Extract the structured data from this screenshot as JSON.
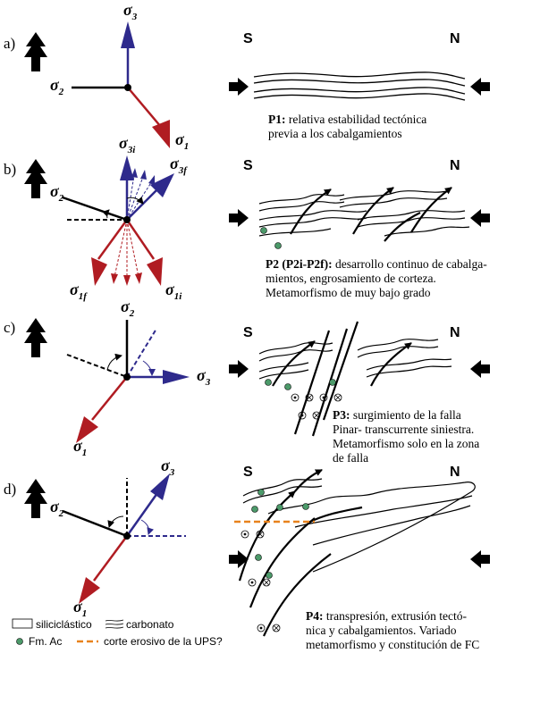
{
  "colors": {
    "red": "#b01c22",
    "blue": "#2e2a8c",
    "orange": "#e8821c",
    "green": "#4c9a6a"
  },
  "panels": [
    {
      "id": "a",
      "label": "a)",
      "stress": {
        "s3": "σ",
        "s3_sub": "3",
        "s2": "σ",
        "s2_sub": "2",
        "s1": "σ",
        "s1_sub": "1"
      },
      "section": {
        "left": "S",
        "right": "N"
      },
      "caption": {
        "bold": "P1:",
        "lines": [
          "relativa estabilidad tectónica",
          "previa a los cabalgamientos"
        ]
      }
    },
    {
      "id": "b",
      "label": "b)",
      "stress": {
        "s3i": "σ",
        "s3i_sub": "3i",
        "s3f": "σ",
        "s3f_sub": "3f",
        "s2": "σ",
        "s2_sub": "2",
        "s1f": "σ",
        "s1f_sub": "1f",
        "s1i": "σ",
        "s1i_sub": "1i"
      },
      "section": {
        "left": "S",
        "right": "N"
      },
      "caption": {
        "bold": "P2 (P2i-P2f):",
        "lines": [
          "desarrollo continuo de cabalga-",
          "mientos, engrosamiento de corteza.",
          "Metamorfismo de muy bajo grado"
        ]
      }
    },
    {
      "id": "c",
      "label": "c)",
      "stress": {
        "s2": "σ",
        "s2_sub": "2",
        "s3": "σ",
        "s3_sub": "3",
        "s1": "σ",
        "s1_sub": "1"
      },
      "section": {
        "left": "S",
        "right": "N"
      },
      "caption": {
        "bold": "P3:",
        "lines": [
          "surgimiento de la falla",
          "Pinar- transcurrente siniestra.",
          "Metamorfismo solo en la zona",
          "de falla"
        ]
      }
    },
    {
      "id": "d",
      "label": "d)",
      "stress": {
        "s3": "σ",
        "s3_sub": "3",
        "s2": "σ",
        "s2_sub": "2",
        "s1": "σ",
        "s1_sub": "1"
      },
      "section": {
        "left": "S",
        "right": "N"
      },
      "caption": {
        "bold": "P4:",
        "lines": [
          "transpresión, extrusión tectó-",
          "nica y cabalgamientos. Variado",
          "metamorfismo y constitución de FC"
        ]
      }
    }
  ],
  "legend": {
    "siliciclastic": "siliciclástico",
    "carbonate": "carbonato",
    "fm_ac": "Fm. Ac",
    "erosive_cut": "corte erosivo de la UPS?"
  }
}
